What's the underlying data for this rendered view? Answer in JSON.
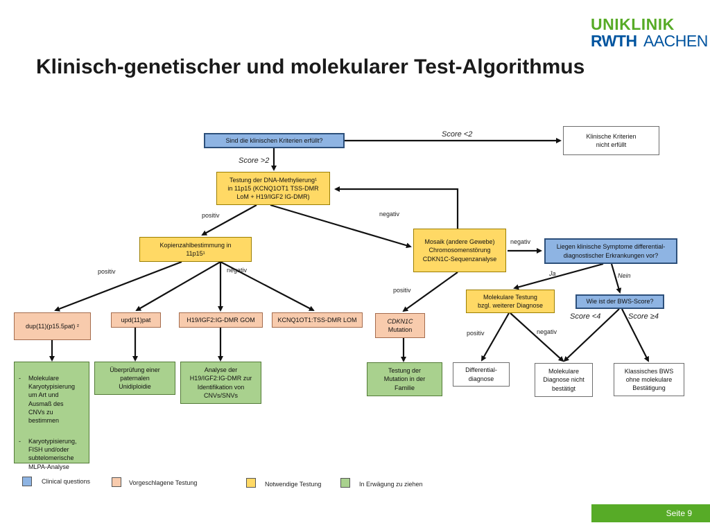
{
  "logo": {
    "line1": "UNIKLINIK",
    "line2a": "RWTH",
    "line2b": "AACHEN"
  },
  "title": "Klinisch-genetischer und molekularer Test-Algorithmus",
  "boxes": {
    "q1": "Sind die klinischen Kriterien erfüllt?",
    "not_met": "Klinische Kriterien\nnicht erfüllt",
    "methylation": "Testung der DNA-Methylierung¹\nin 11p15 (KCNQ1OT1 TSS-DMR\nLoM + H19/IGF2 IG-DMR)",
    "copy_number": "Kopienzahlbestimmung in\n11p15¹",
    "mosaic": "Mosaik (andere Gewebe)\nChromosomenstörung\nCDKN1C-Sequenzanalyse",
    "symptoms_q": "Liegen klinische Symptome differential-\ndiagnostischer Erkrankungen vor?",
    "mol_testing": "Molekulare Testung\nbzgl. weiterer Diagnose",
    "bws_q": "Wie ist der BWS-Score?",
    "dup": "dup(11)(p15.5pat) ²",
    "upd": "upd(11)pat",
    "gom": "H19/IGF2:IG-DMR GOM",
    "lom": "KCNQ1OT1:TSS-DMR  LOM",
    "cdkn1c_italic": "CDKN1C",
    "cdkn1c_mut": "Mutation",
    "karyo_items": [
      "Molekulare\nKaryotypisierung\num Art und\nAusmaß des\nCNVs zu\nbestimmen",
      "Karyotypisierung,\nFISH und/oder\nsubtelomerische\nMLPA-Analyse"
    ],
    "upd_check": "Überprüfung einer\npaternalen\nUnidiploidie",
    "analysis": "Analyse der\nH19/IGF2:IG-DMR zur\nIdentifikation von\nCNVs/SNVs",
    "mut_test": "Testung der\nMutation in der\nFamilie",
    "diff_diag": "Differential-\ndiagnose",
    "mol_not": "Molekulare\nDiagnose nicht\nbestätigt",
    "classic": "Klassisches BWS\nohne molekulare\nBestätigung"
  },
  "labels": {
    "score_lt2": "Score <2",
    "score_gt2": "Score >2",
    "positiv_1": "positiv",
    "negativ_1": "negativ",
    "positiv_2": "positiv",
    "negativ_2": "negativ",
    "negativ_3": "negativ",
    "positiv_3": "positiv",
    "ja": "Ja",
    "nein": "Nein",
    "score_lt4": "Score <4",
    "score_ge4": "Score ≥4",
    "positiv_4": "positiv",
    "negativ_4": "negativ"
  },
  "legend": [
    {
      "label": "Clinical questions",
      "color": "#8eb4e3"
    },
    {
      "label": "Vorgeschlagene Testung",
      "color": "#f8cbad"
    },
    {
      "label": "Notwendige Testung",
      "color": "#ffd965"
    },
    {
      "label": "In Erwägung zu ziehen",
      "color": "#a9d18e"
    }
  ],
  "footer": "Seite 9",
  "colors": {
    "brand_green": "#57ab27",
    "brand_blue": "#00549f"
  }
}
